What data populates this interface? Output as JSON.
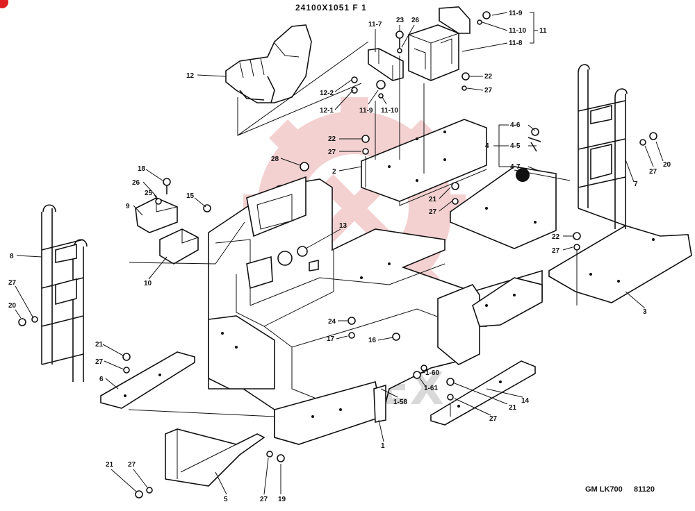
{
  "header": {
    "drawing_number": "24100X1051 F 1"
  },
  "footer": {
    "model": "GM LK700",
    "code": "81120"
  },
  "watermark": {
    "text": "ИМПЕХ",
    "color": "#f3c9c9"
  },
  "badge": {
    "icon": "gear-icon",
    "color": "#e02020"
  },
  "callouts": [
    "1",
    "2",
    "3",
    "4",
    "4-5",
    "4-6",
    "4-7",
    "5",
    "6",
    "7",
    "8",
    "9",
    "10",
    "11",
    "11-7",
    "11-8",
    "11-9",
    "11-10",
    "12",
    "12-1",
    "12-2",
    "13",
    "14",
    "15",
    "16",
    "17",
    "18",
    "19",
    "20",
    "21",
    "22",
    "23",
    "24",
    "25",
    "26",
    "27",
    "28",
    "1-58",
    "1-60",
    "1-61"
  ]
}
